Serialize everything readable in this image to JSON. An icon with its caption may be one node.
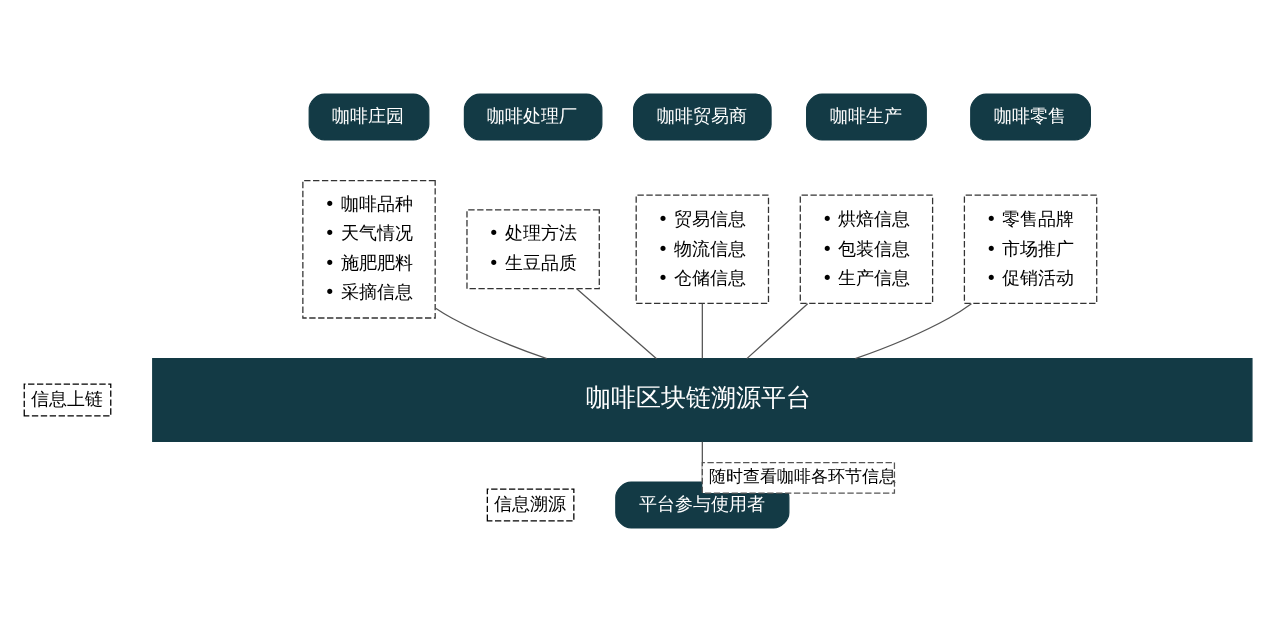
{
  "diagram": {
    "nodes": [
      {
        "text": [
          "咖啡庄园"
        ]
      },
      {
        "text": [
          "咖啡处理厂"
        ]
      },
      {
        "text": [
          "咖啡贸易商"
        ]
      },
      {
        "text": [
          "咖啡生产"
        ]
      },
      {
        "text": [
          "咖啡零售"
        ]
      },
      {
        "text": [
          "• 咖啡品种",
          "• 天气情况",
          "• 施肥肥料",
          "• 采摘信息"
        ]
      },
      {
        "text": [
          "• 处理方法",
          "• 生豆品质"
        ]
      },
      {
        "text": [
          "• 贸易信息",
          "• 物流信息",
          "• 仓储信息"
        ]
      },
      {
        "text": [
          "• 烘焙信息",
          "• 包装信息",
          "• 生产信息"
        ]
      },
      {
        "text": [
          "• 零售品牌",
          "• 市场推广",
          "• 促销活动"
        ]
      },
      {
        "text": [
          "咖啡区块链溯源平台"
        ]
      },
      {
        "text": [
          "平台参与使用者"
        ]
      }
    ],
    "edges": [
      {
        "from": 5,
        "to": 10,
        "arrow": "none"
      },
      {
        "from": 6,
        "to": 10,
        "arrow": "none"
      },
      {
        "from": 7,
        "to": 10,
        "arrow": "none"
      },
      {
        "from": 8,
        "to": 10,
        "arrow": "none"
      },
      {
        "from": 9,
        "to": 10,
        "arrow": "none"
      },
      {
        "from": 10,
        "to": 11,
        "arrow": "none",
        "label": "随时查看咖啡各环节信息"
      }
    ],
    "labels": [
      "信息上链",
      "信息溯源"
    ]
  }
}
